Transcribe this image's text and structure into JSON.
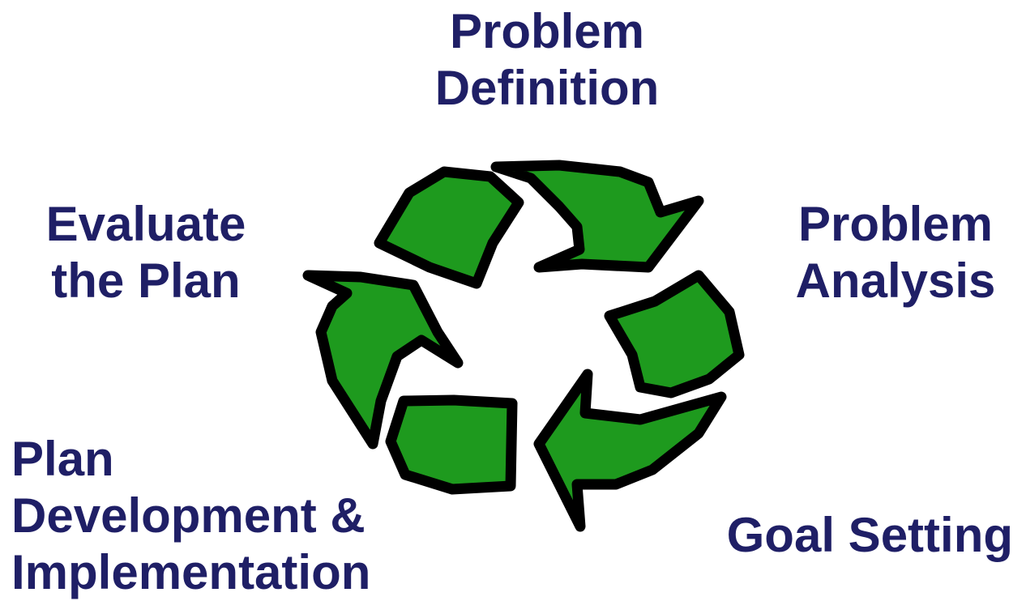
{
  "diagram": {
    "arrow_fill": "#1e9a1e",
    "arrow_stroke": "#000000",
    "text_color": "#1f1f66",
    "steps": [
      {
        "id": "problem-definition",
        "lines": [
          "Problem",
          "Definition"
        ]
      },
      {
        "id": "problem-analysis",
        "lines": [
          "Problem",
          "Analysis"
        ]
      },
      {
        "id": "goal-setting",
        "lines": [
          "Goal Setting"
        ]
      },
      {
        "id": "plan-development",
        "lines": [
          "Plan",
          "Development &",
          "Implementation"
        ]
      },
      {
        "id": "evaluate-plan",
        "lines": [
          "Evaluate",
          "the Plan"
        ]
      }
    ]
  }
}
